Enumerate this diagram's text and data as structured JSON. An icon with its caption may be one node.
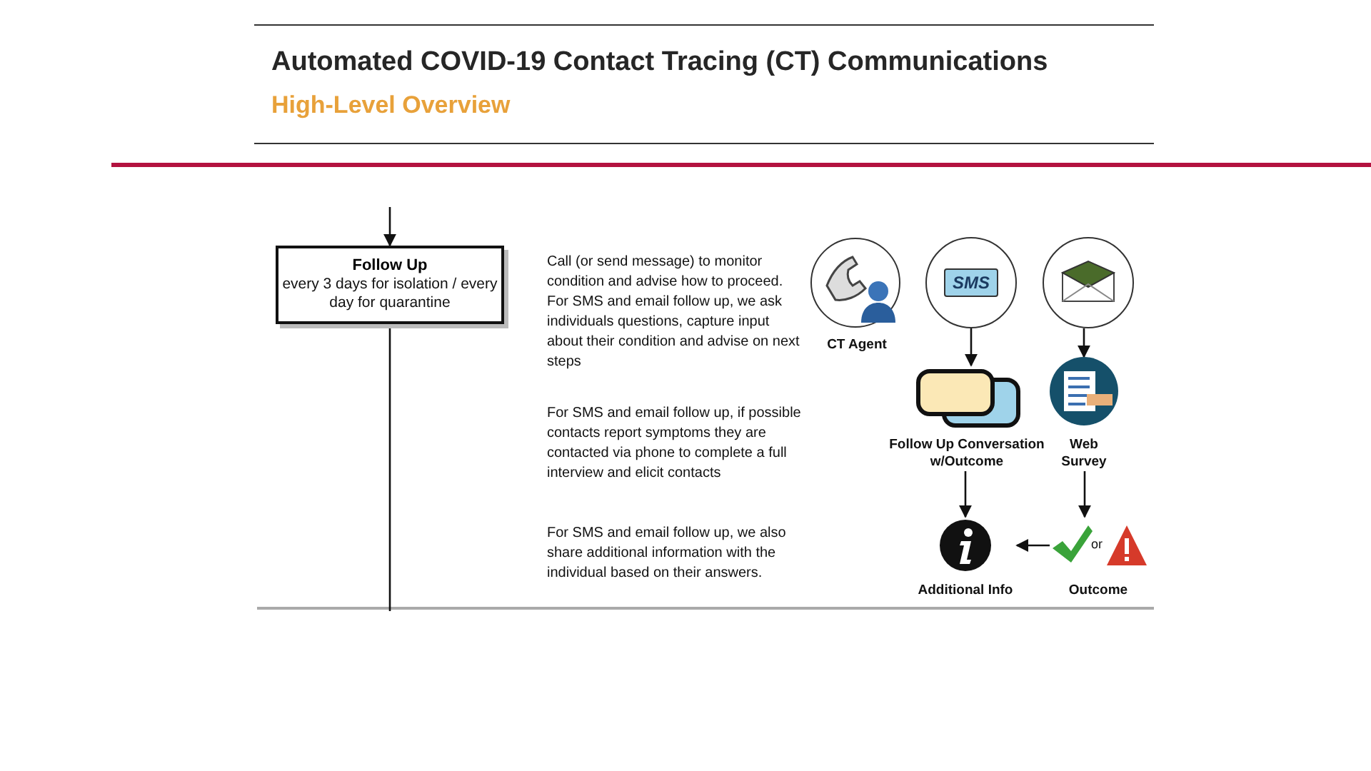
{
  "diagram": {
    "title": "Automated COVID-19 Contact Tracing (CT) Communications",
    "nodes": [
      {
        "text": [
          "Follow Up",
          "every 3 days for isolation / every day for quarantine"
        ]
      },
      {
        "text": [
          "CT Agent"
        ]
      },
      {
        "text": [
          "SMS"
        ]
      },
      {
        "text": [],
        "shape": "circle"
      },
      {
        "text": [
          "Follow Up Conversation w/Outcome"
        ]
      },
      {
        "text": [
          "Web Survey"
        ]
      },
      {
        "text": [
          "Additional Info"
        ]
      },
      {
        "text": [
          "Outcome"
        ]
      }
    ],
    "edges": [
      {
        "from": null,
        "to": 0,
        "arrow": "to"
      },
      {
        "from": 0,
        "to": null,
        "arrow": "none"
      },
      {
        "from": 2,
        "to": 4,
        "arrow": "to"
      },
      {
        "from": 3,
        "to": 5,
        "arrow": "to"
      },
      {
        "from": 4,
        "to": 6,
        "arrow": "to"
      },
      {
        "from": 5,
        "to": 7,
        "arrow": "to"
      },
      {
        "from": 7,
        "to": 6,
        "arrow": "to"
      }
    ],
    "labels": [
      "High-Level Overview",
      "Call (or send message) to monitor condition and advise how to proceed. For SMS and email follow up, we ask individuals questions, capture input about their condition and advise on next steps",
      "For SMS and email follow up, if possible contacts report symptoms they are contacted via phone to complete a full interview and elicit contacts",
      "For SMS and email follow up, we also share additional information with the individual based on their answers.",
      "or"
    ]
  }
}
